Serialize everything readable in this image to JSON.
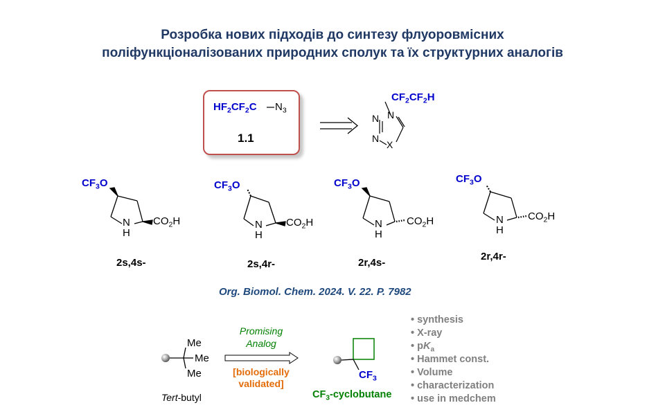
{
  "title": {
    "line1": "Розробка нових підходів до синтезу флуоровмісних",
    "line2": "поліфункціоналізованих  природних сполук та їх структурних аналогів"
  },
  "reagent": {
    "formula_hf": "HF",
    "formula_sub1": "2",
    "formula_cf": "CF",
    "formula_sub2": "2",
    "formula_c": "C",
    "azide": "N",
    "azide_sub": "3",
    "label": "1.1"
  },
  "triazole": {
    "substituent": "CF",
    "sub1": "2",
    "cf2": "CF",
    "sub2": "2",
    "h": "H",
    "n1": "N",
    "n2": "N",
    "n3": "N",
    "x": "X"
  },
  "prolines": [
    {
      "label": "2s,4s-",
      "cf3": "CF",
      "sub": "3",
      "o": "O",
      "nh_n": "N",
      "nh_h": "H",
      "co2h": "CO",
      "co_sub": "2",
      "co_h": "H"
    },
    {
      "label": "2s,4r-",
      "cf3": "CF",
      "sub": "3",
      "o": "O",
      "nh_n": "N",
      "nh_h": "H",
      "co2h": "CO",
      "co_sub": "2",
      "co_h": "H"
    },
    {
      "label": "2r,4s-",
      "cf3": "CF",
      "sub": "3",
      "o": "O",
      "nh_n": "N",
      "nh_h": "H",
      "co2h": "CO",
      "co_sub": "2",
      "co_h": "H"
    },
    {
      "label": "2r,4r-",
      "cf3": "CF",
      "sub": "3",
      "o": "O",
      "nh_n": "N",
      "nh_h": "H",
      "co2h": "CO",
      "co_sub": "2",
      "co_h": "H"
    }
  ],
  "reference": "Org. Biomol. Chem. 2024. V.  22. P. 7982",
  "tertbutyl": {
    "me1": "Me",
    "me2": "Me",
    "me3": "Me",
    "caption_italic": "Tert",
    "caption_rest": "-butyl"
  },
  "arrow": {
    "promising": "Promising",
    "analog": "Analog",
    "bio1": "[biologically",
    "bio2": "validated]"
  },
  "cyclobutane": {
    "cf": "CF",
    "sub": "3",
    "caption_cf": "CF",
    "caption_sub": "3",
    "caption_rest": "-cyclobutane"
  },
  "properties": [
    "• synthesis",
    "• X-ray",
    "• Hammet const.",
    "• Volume",
    "• characterization",
    "• use in medchem"
  ],
  "pka": {
    "bullet": "• p",
    "k": "K",
    "a": "a"
  },
  "colors": {
    "title": "#1f3864",
    "box_border": "#c0504d",
    "chem_blue": "#0000cc",
    "green": "#008000",
    "orange": "#e36c09",
    "gray": "#7f7f7f"
  }
}
